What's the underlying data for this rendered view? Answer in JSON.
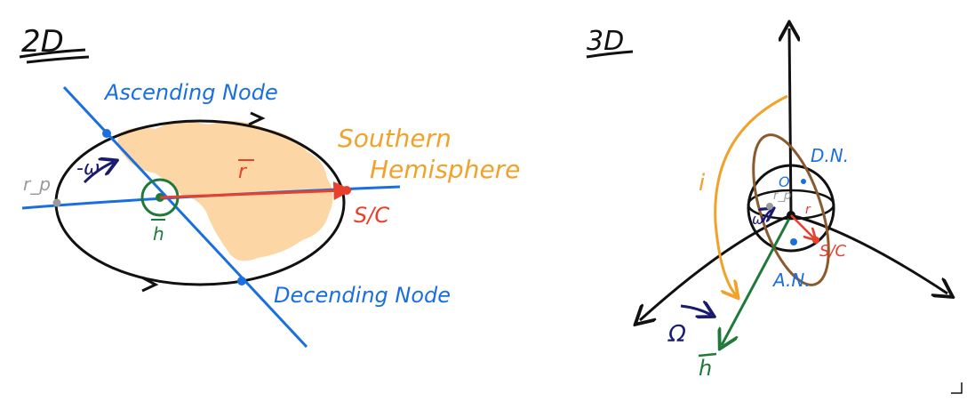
{
  "panels": {
    "left": {
      "title": "2D",
      "labels": {
        "ascending_node": "Ascending Node",
        "descending_node": "Decending Node",
        "southern_hemisphere_line1": "Southern",
        "southern_hemisphere_line2": "Hemisphere",
        "perigee": "r_p",
        "arg_periapsis": "-ω",
        "position_vector": "r",
        "spacecraft": "S/C",
        "angular_momentum": "h"
      }
    },
    "right": {
      "title": "3D",
      "labels": {
        "inclination": "i",
        "descending_node": "D.N.",
        "ascending_node": "A.N.",
        "raan": "Ω",
        "angular_momentum": "h",
        "arg_periapsis": "ω",
        "perigee": "r_p",
        "position_vector": "r",
        "spacecraft": "S/C",
        "origin": "O"
      }
    }
  },
  "colors": {
    "ink": "#111111",
    "node_line": "#1a6fe0",
    "hemisphere_fill": "#fcd29a",
    "hemisphere_text": "#f0a22a",
    "position_vector": "#e8402a",
    "angular_momentum": "#1f7a3a",
    "arg_periapsis": "#1a1a6e",
    "perigee_marker": "#9a9a9a",
    "inclination": "#f0a22a",
    "orbit_3d": "#8a5a2e"
  }
}
